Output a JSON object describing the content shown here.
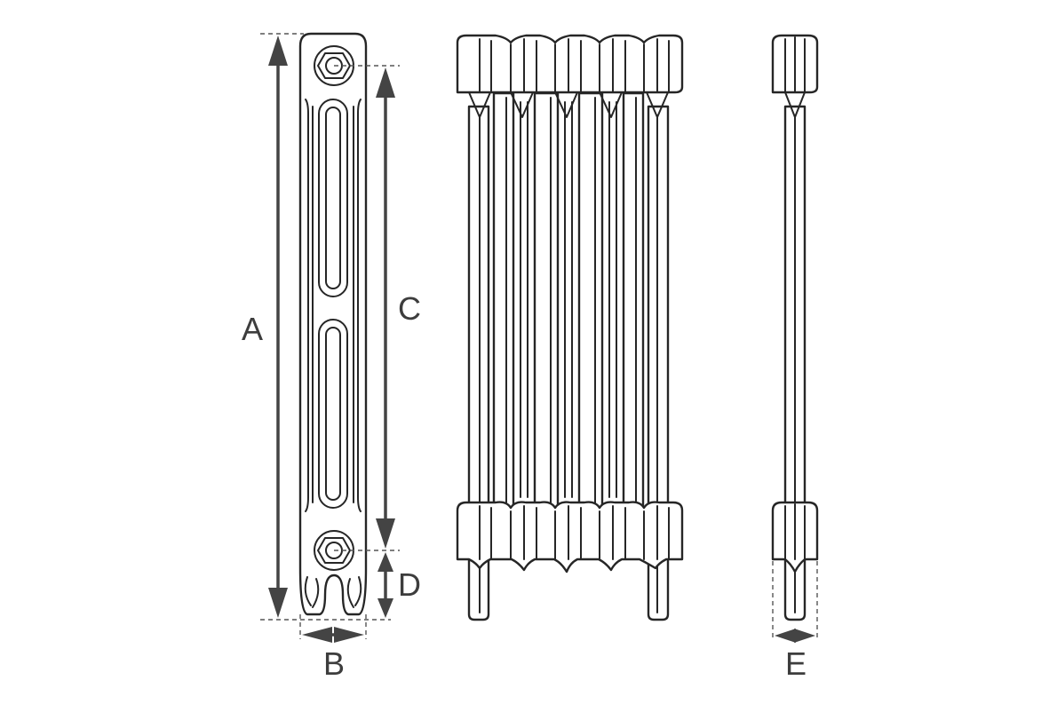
{
  "labels": {
    "a": "A",
    "b": "B",
    "c": "C",
    "d": "D",
    "e": "E"
  },
  "colors": {
    "outline": "#262626",
    "dimension": "#444444",
    "background": "#ffffff"
  }
}
